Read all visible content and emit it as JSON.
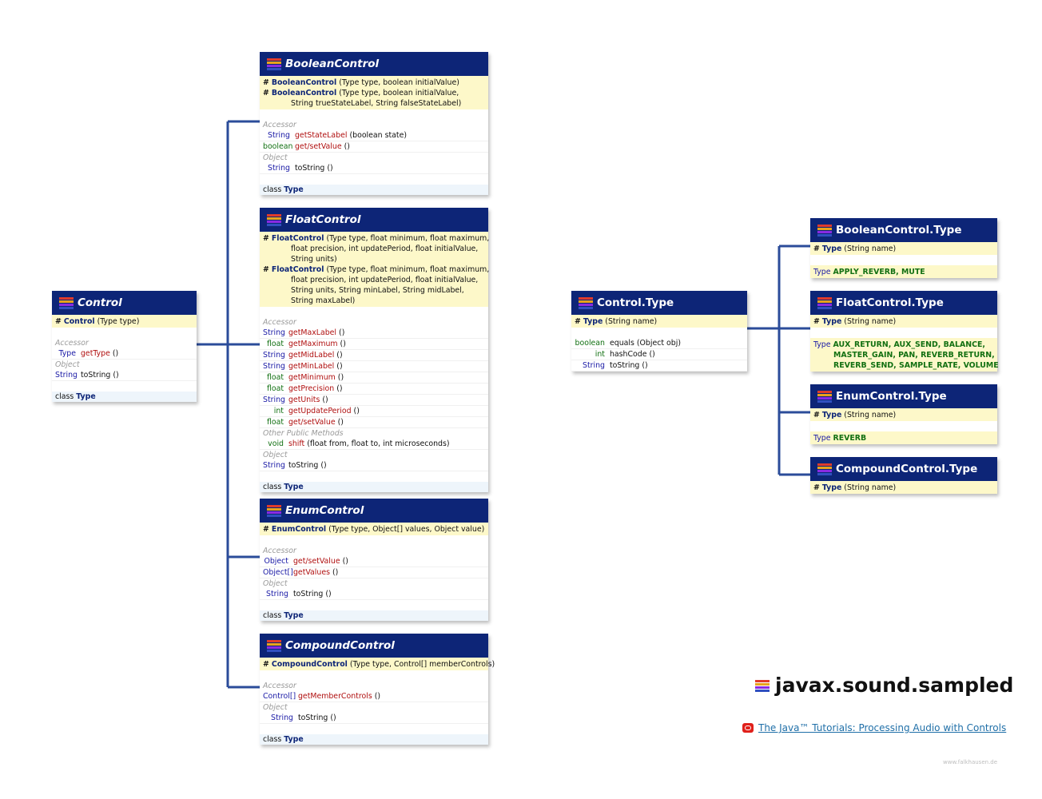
{
  "control": {
    "title": "Control",
    "ctor": {
      "name": "Control",
      "args": "(Type type)"
    },
    "cat1": "Accessor",
    "m1": {
      "type": "Type",
      "name": "getType",
      "args": "()"
    },
    "cat2": "Object",
    "m2": {
      "type": "String",
      "name": "toString",
      "args": "()"
    },
    "foot": {
      "kw": "class",
      "name": "Type"
    }
  },
  "boolean_control": {
    "title": "BooleanControl",
    "ctor1": {
      "name": "BooleanControl",
      "args": "(Type type, boolean initialValue)"
    },
    "ctor2": {
      "name": "BooleanControl",
      "line1": "(Type type, boolean initialValue,",
      "line2": "String trueStateLabel, String falseStateLabel)"
    },
    "cat1": "Accessor",
    "m1": {
      "type": "String",
      "name": "getStateLabel",
      "args": "(boolean state)"
    },
    "m2": {
      "type": "boolean",
      "name": "get/setValue",
      "args": "()"
    },
    "cat2": "Object",
    "m3": {
      "type": "String",
      "name": "toString",
      "args": "()"
    },
    "foot": {
      "kw": "class",
      "name": "Type"
    }
  },
  "float_control": {
    "title": "FloatControl",
    "ctor1": {
      "name": "FloatControl",
      "line1": "(Type type, float minimum, float maximum,",
      "line2": "float precision, int updatePeriod, float initialValue,",
      "line3": "String units)"
    },
    "ctor2": {
      "name": "FloatControl",
      "line1": "(Type type, float minimum, float maximum,",
      "line2": "float precision, int updatePeriod, float initialValue,",
      "line3": "String units, String minLabel, String midLabel,",
      "line4": "String maxLabel)"
    },
    "cat1": "Accessor",
    "methods": [
      {
        "type": "String",
        "name": "getMaxLabel",
        "args": "()"
      },
      {
        "type": "float",
        "name": "getMaximum",
        "args": "()"
      },
      {
        "type": "String",
        "name": "getMidLabel",
        "args": "()"
      },
      {
        "type": "String",
        "name": "getMinLabel",
        "args": "()"
      },
      {
        "type": "float",
        "name": "getMinimum",
        "args": "()"
      },
      {
        "type": "float",
        "name": "getPrecision",
        "args": "()"
      },
      {
        "type": "String",
        "name": "getUnits",
        "args": "()"
      },
      {
        "type": "int",
        "name": "getUpdatePeriod",
        "args": "()"
      },
      {
        "type": "float",
        "name": "get/setValue",
        "args": "()"
      }
    ],
    "cat2": "Other Public Methods",
    "shift": {
      "type": "void",
      "name": "shift",
      "args": "(float from, float to, int microseconds)"
    },
    "cat3": "Object",
    "tostr": {
      "type": "String",
      "name": "toString",
      "args": "()"
    },
    "foot": {
      "kw": "class",
      "name": "Type"
    }
  },
  "enum_control": {
    "title": "EnumControl",
    "ctor": {
      "name": "EnumControl",
      "args": "(Type type, Object[] values, Object value)"
    },
    "cat1": "Accessor",
    "m1": {
      "type": "Object",
      "name": "get/setValue",
      "args": "()"
    },
    "m2": {
      "type": "Object[]",
      "name": "getValues",
      "args": "()"
    },
    "cat2": "Object",
    "m3": {
      "type": "String",
      "name": "toString",
      "args": "()"
    },
    "foot": {
      "kw": "class",
      "name": "Type"
    }
  },
  "compound_control": {
    "title": "CompoundControl",
    "ctor": {
      "name": "CompoundControl",
      "args": "(Type type, Control[] memberControls)"
    },
    "cat1": "Accessor",
    "m1": {
      "type": "Control[]",
      "name": "getMemberControls",
      "args": "()"
    },
    "cat2": "Object",
    "m2": {
      "type": "String",
      "name": "toString",
      "args": "()"
    },
    "foot": {
      "kw": "class",
      "name": "Type"
    }
  },
  "control_type": {
    "title": "Control.Type",
    "ctor": {
      "name": "Type",
      "args": "(String name)"
    },
    "m1": {
      "type": "boolean",
      "name": "equals",
      "args": "(Object obj)"
    },
    "m2": {
      "type": "int",
      "name": "hashCode",
      "args": "()"
    },
    "m3": {
      "type": "String",
      "name": "toString",
      "args": "()"
    }
  },
  "boolean_control_type": {
    "title": "BooleanControl.Type",
    "ctor": {
      "name": "Type",
      "args": "(String name)"
    },
    "consts": {
      "type": "Type",
      "line1": "APPLY_REVERB, MUTE"
    }
  },
  "float_control_type": {
    "title": "FloatControl.Type",
    "ctor": {
      "name": "Type",
      "args": "(String name)"
    },
    "consts": {
      "type": "Type",
      "line1": "AUX_RETURN, AUX_SEND, BALANCE,",
      "line2": "MASTER_GAIN, PAN, REVERB_RETURN,",
      "line3": "REVERB_SEND, SAMPLE_RATE, VOLUME"
    }
  },
  "enum_control_type": {
    "title": "EnumControl.Type",
    "ctor": {
      "name": "Type",
      "args": "(String name)"
    },
    "consts": {
      "type": "Type",
      "line1": "REVERB"
    }
  },
  "compound_control_type": {
    "title": "CompoundControl.Type",
    "ctor": {
      "name": "Type",
      "args": "(String name)"
    }
  },
  "package": {
    "title": "javax.sound.sampled"
  },
  "tutorial": {
    "label": "The Java™ Tutorials: Processing Audio with Controls"
  },
  "credit": {
    "text": "www.falkhausen.de"
  },
  "colors": {
    "header": "#0d2577",
    "ctor_bg": "#fdf8c9",
    "connector": "#2b4c9a",
    "method": "#b01010",
    "keyword": "#1a1aa6",
    "constant": "#127012"
  }
}
